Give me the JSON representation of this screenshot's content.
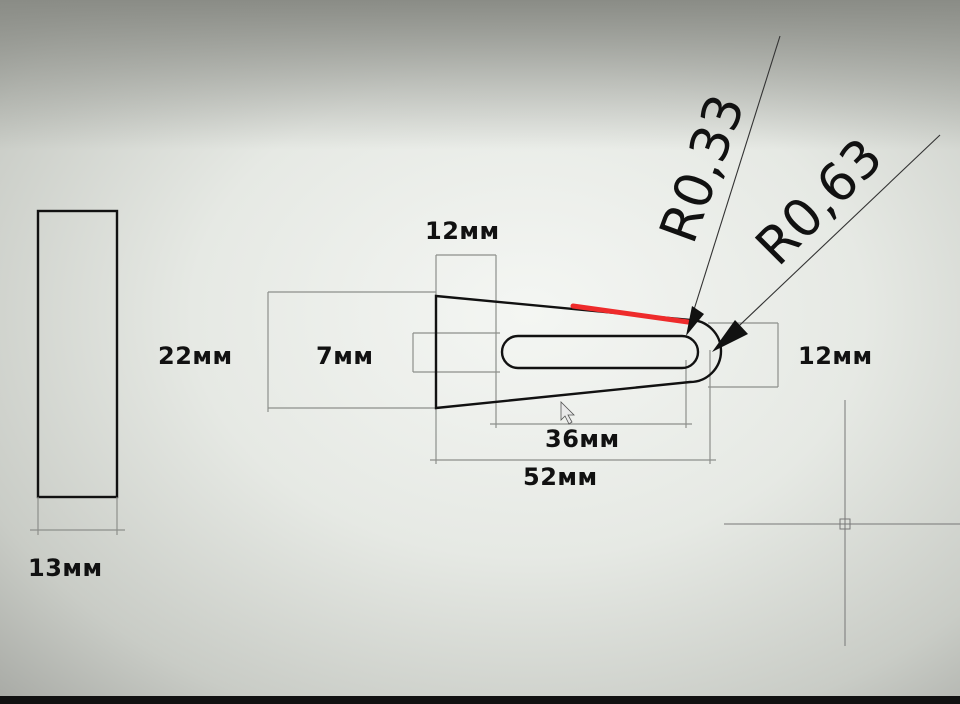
{
  "drawing": {
    "dimensions": {
      "side_width": "13мм",
      "height_total": "22мм",
      "slot_height": "7мм",
      "slot_top_width": "12мм",
      "tip_height": "12мм",
      "slot_length": "36мм",
      "total_length": "52мм"
    },
    "radii": {
      "inner": "R0,33",
      "outer": "R0,63"
    },
    "colors": {
      "background": "#e6e9e4",
      "line": "#111111",
      "highlight": "#ee2b2b"
    }
  }
}
